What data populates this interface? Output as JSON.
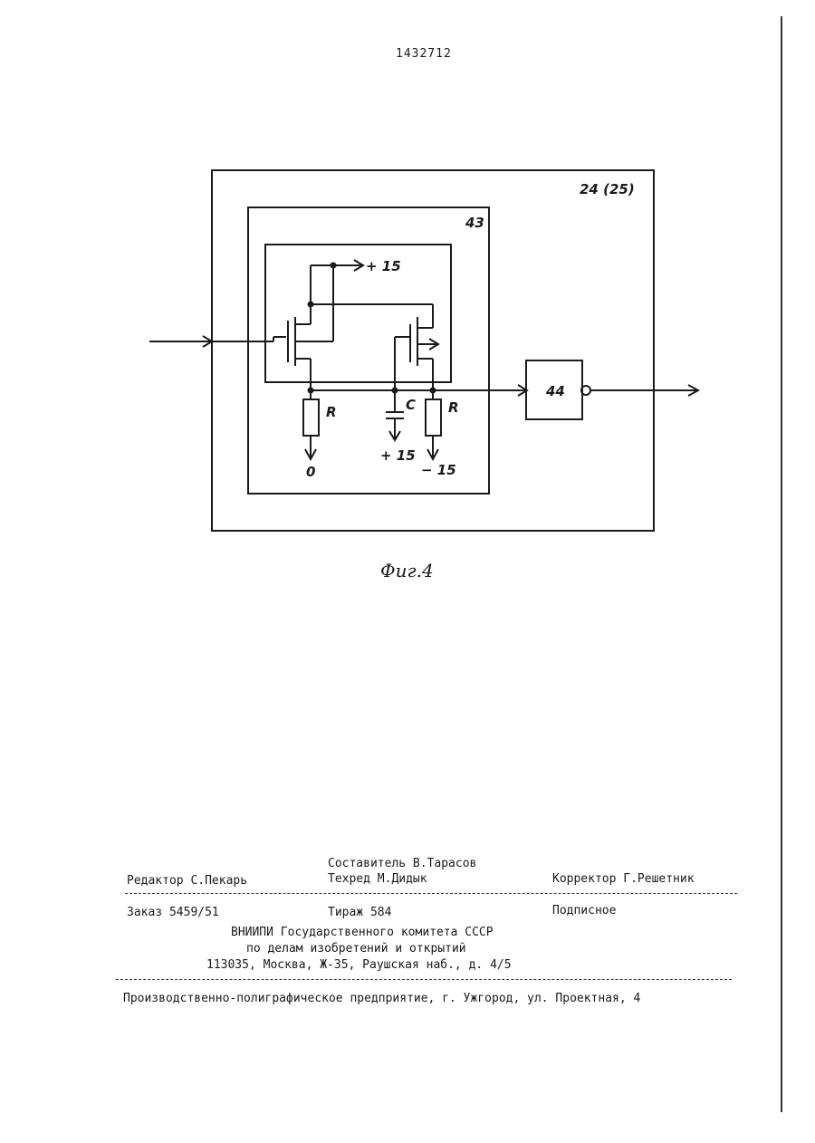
{
  "page": {
    "number": "1432712"
  },
  "figure": {
    "caption": "Фиг.4",
    "outer_block_label": "24 (25)",
    "inner_block_label": "43",
    "output_block_label": "44",
    "supply_top": "+ 15",
    "resistor_left": "R",
    "resistor_right": "R",
    "capacitor": "C",
    "ground_left": "0",
    "cap_supply": "+ 15",
    "neg_supply": "− 15"
  },
  "colophon": {
    "composer": "Составитель В.Тарасов",
    "editor": "Редактор С.Пекарь",
    "tech_editor": "Техред М.Дидык",
    "proofreader": "Корректор Г.Решетник",
    "order": "Заказ 5459/51",
    "circulation": "Тираж 584",
    "subscription": "Подписное",
    "org_line1": "ВНИИПИ Государственного комитета СССР",
    "org_line2": "по делам изобретений и открытий",
    "org_line3": "113035, Москва, Ж-35, Раушская наб., д. 4/5",
    "printer": "Производственно-полиграфическое предприятие, г. Ужгород, ул. Проектная, 4"
  }
}
